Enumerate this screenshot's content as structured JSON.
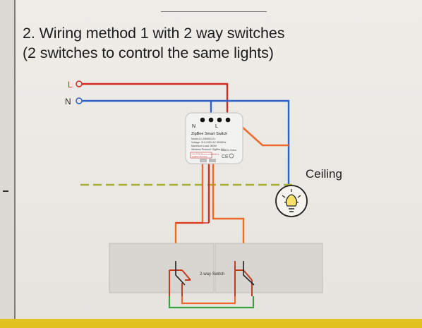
{
  "heading": {
    "line1": "2. Wiring method 1 with 2 way switches",
    "line2": "(2 switches to control the same lights)"
  },
  "terminals": {
    "line": "L",
    "neutral": "N"
  },
  "module": {
    "terminal_n": "N",
    "terminal_l": "L",
    "name": "ZigBee Smart Switch",
    "spec_lines": [
      "Model:LX-ZB9001-01",
      "Voltage: 110-240V AC 50/60Hz",
      "Maximum Load: 300W",
      "Wireless Protocol: ZigBee 3.0",
      "CAUTION! Must be installed by a",
      "qualified electrician"
    ],
    "made_in": "Made in China",
    "marks": "CE"
  },
  "labels": {
    "ceiling": "Ceiling",
    "switch_caption": "2-way Switch"
  },
  "colors": {
    "live_wire": "#d42b21",
    "neutral_wire": "#2c5fc9",
    "switch_wire_orange": "#ee6a2c",
    "green_wire": "#3aa23c",
    "ceiling_line": "#a8ad36",
    "accent_band": "#e2c21f"
  }
}
